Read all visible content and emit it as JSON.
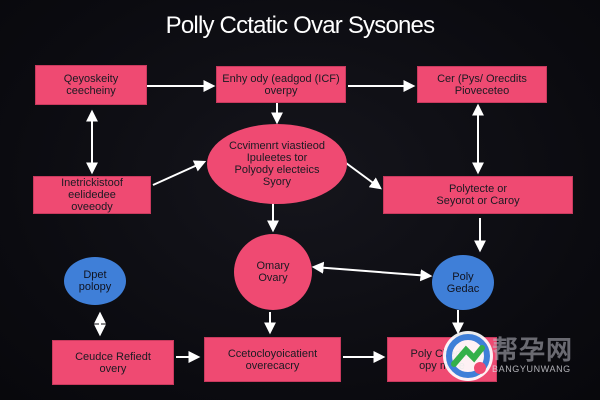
{
  "title": "Polly Cctatic Ovar Sysones",
  "nodes": {
    "top_left": "Qeyoskeity\nceecheiny",
    "top_center": "Enhy ody (eadgod (ICF)\noverpy",
    "top_right": "Cer (Pys/ Orecdits\nPioveceteo",
    "mid_left": "Inetrickistoof\neelidedee\noveeody",
    "center": "Ccvimenrt viastieod\nIpuleetes tor\nPolyody electeics\nSyory",
    "mid_right": "Polytecte or\nSeyorot or Caroy",
    "center_oval": "Omary\nOvary",
    "left_blue": "Dpet\npolopy",
    "right_blue": "Poly\nGedac",
    "bottom_left": "Ceudce Refiedt\novery",
    "bottom_center": "Ccetocloyoicatient\noverecacry",
    "bottom_right": "Poly Chedeo\nopy more"
  },
  "watermark": {
    "text": "帮孕网",
    "sub": "BANGYUNWANG"
  },
  "colors": {
    "background": "#0b0b10",
    "node_fill": "#ef4a72",
    "blue_fill": "#3f7fd8",
    "arrow": "#ffffff"
  }
}
